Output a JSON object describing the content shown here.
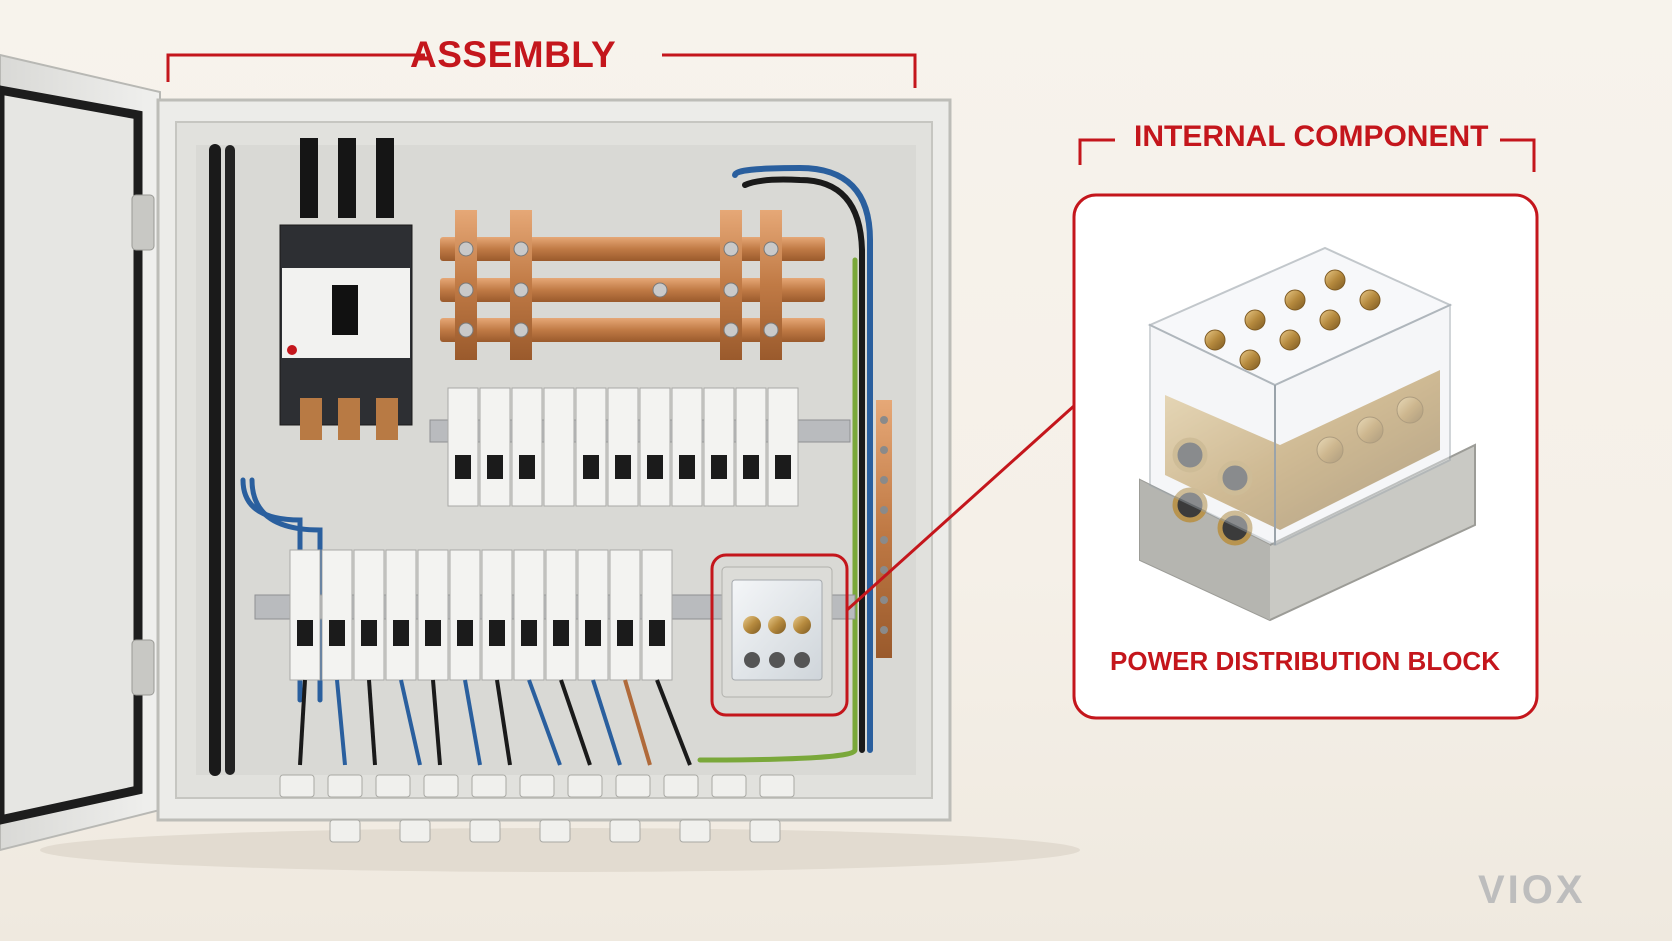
{
  "labels": {
    "assembly": "ASSEMBLY",
    "internal_component": "INTERNAL COMPONENT",
    "power_distribution_block": "POWER DISTRIBUTION BLOCK"
  },
  "brand": {
    "logo_text": "VIOX"
  },
  "colors": {
    "accent": "#c4161c",
    "enclosure": "#ebebe8",
    "copper": "#c9844f",
    "background": "#f6f1ea"
  },
  "icons": [
    "electrical-enclosure",
    "circuit-breaker",
    "busbar",
    "power-distribution-block"
  ]
}
